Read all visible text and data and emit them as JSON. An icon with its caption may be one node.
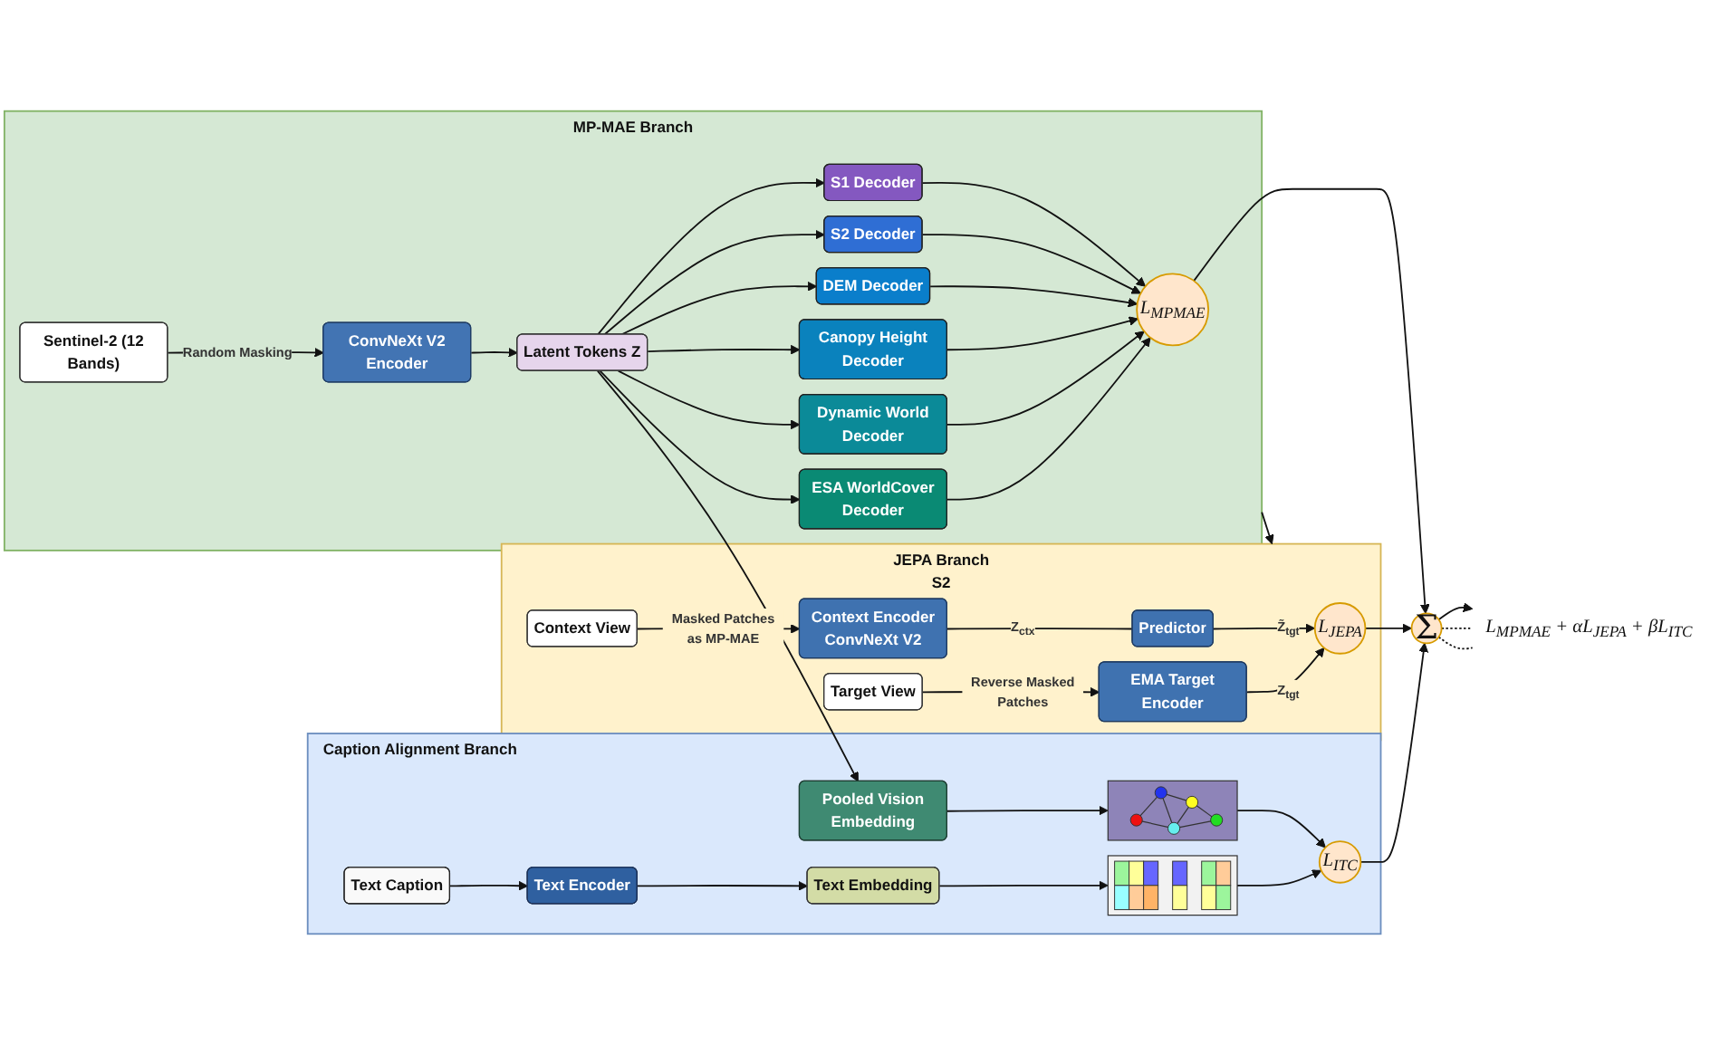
{
  "diagram": {
    "nodes": [
      {
        "text": [
          "MP-MAE Branch"
        ]
      },
      {
        "text": [
          "Sentinel-2 (12 Bands)"
        ],
        "in": 0
      },
      {
        "text": [
          "ConvNeXt V2 Encoder"
        ],
        "in": 0
      },
      {
        "text": [
          "Latent Tokens Z"
        ],
        "in": 0
      },
      {
        "text": [
          "S1 Decoder"
        ],
        "in": 0
      },
      {
        "text": [
          "S2 Decoder"
        ],
        "in": 0
      },
      {
        "text": [
          "DEM Decoder"
        ],
        "in": 0
      },
      {
        "text": [
          "Canopy Height Decoder"
        ],
        "in": 0
      },
      {
        "text": [
          "Dynamic World Decoder"
        ],
        "in": 0
      },
      {
        "text": [
          "ESA WorldCover Decoder"
        ],
        "in": 0
      },
      {
        "text": [
          "L$_{MPMAE}$"
        ],
        "in": 0
      },
      {
        "text": [
          "JEPA Branch",
          "S2"
        ]
      },
      {
        "text": [
          "Context View"
        ],
        "in": 11
      },
      {
        "text": [
          "Target View"
        ],
        "in": 11
      },
      {
        "text": [
          "Context Encoder ConvNeXt V2"
        ],
        "in": 11
      },
      {
        "text": [
          "EMA Target Encoder"
        ],
        "in": 11
      },
      {
        "text": [
          "Predictor"
        ],
        "in": 11
      },
      {
        "text": [
          "L$_{JEPA}$"
        ],
        "in": 11
      },
      {
        "text": [
          "Caption Alignment Branch"
        ]
      },
      {
        "text": [
          "Text Caption"
        ],
        "in": 18
      },
      {
        "text": [
          "Text Encoder"
        ],
        "in": 18
      },
      {
        "text": [
          "Text Embedding"
        ],
        "in": 18
      },
      {
        "text": [],
        "shape": "picture",
        "in": 18
      },
      {
        "text": [
          "Pooled Vision Embedding"
        ],
        "in": 18
      },
      {
        "text": [],
        "shape": "picture",
        "in": 18
      },
      {
        "text": [
          "L$_{ITC}$"
        ],
        "in": 18
      },
      {
        "text": [
          "Σ"
        ]
      },
      {
        "text": [
          "L$_{MPMAE}$ + αL$_{JEPA}$ + βL$_{ITC}$"
        ]
      }
    ],
    "edges": [
      {
        "from": 1,
        "to": 2,
        "arrow": "to",
        "label": "Random Masking"
      },
      {
        "from": 2,
        "to": 3,
        "arrow": "to"
      },
      {
        "from": 3,
        "to": 4,
        "arrow": "to"
      },
      {
        "from": 3,
        "to": 5,
        "arrow": "to"
      },
      {
        "from": 3,
        "to": 6,
        "arrow": "to"
      },
      {
        "from": 3,
        "to": 7,
        "arrow": "to"
      },
      {
        "from": 3,
        "to": 8,
        "arrow": "to"
      },
      {
        "from": 3,
        "to": 9,
        "arrow": "to"
      },
      {
        "from": 4,
        "to": 10,
        "arrow": "to"
      },
      {
        "from": 5,
        "to": 10,
        "arrow": "to"
      },
      {
        "from": 6,
        "to": 10,
        "arrow": "to"
      },
      {
        "from": 7,
        "to": 10,
        "arrow": "to"
      },
      {
        "from": 8,
        "to": 10,
        "arrow": "to"
      },
      {
        "from": 9,
        "to": 10,
        "arrow": "to"
      },
      {
        "from": 0,
        "to": 11,
        "arrow": "to"
      },
      {
        "from": 12,
        "to": 14,
        "arrow": "to",
        "label": "Masked Patches as MP-MAE"
      },
      {
        "from": 13,
        "to": 15,
        "arrow": "to",
        "label": "Reverse Masked Patches"
      },
      {
        "from": 14,
        "to": 16,
        "arrow": "none",
        "label": "Z$_{ctx}$"
      },
      {
        "from": 16,
        "to": 17,
        "arrow": "to",
        "label": "Z̃$_{tgt}$"
      },
      {
        "from": 15,
        "to": 17,
        "arrow": "to",
        "label": "Z$_{tgt}$"
      },
      {
        "from": 10,
        "to": 26,
        "arrow": "to"
      },
      {
        "from": 17,
        "to": 26,
        "arrow": "to"
      },
      {
        "from": 3,
        "to": 23,
        "arrow": "to"
      },
      {
        "from": 19,
        "to": 20,
        "arrow": "to"
      },
      {
        "from": 20,
        "to": 21,
        "arrow": "to"
      },
      {
        "from": 21,
        "to": 24,
        "arrow": "to"
      },
      {
        "from": 23,
        "to": 22,
        "arrow": "to"
      },
      {
        "from": 24,
        "to": 25,
        "arrow": "to"
      },
      {
        "from": 22,
        "to": 25,
        "arrow": "to"
      },
      {
        "from": 25,
        "to": 26,
        "arrow": "to"
      },
      {
        "from": 26,
        "to": 27,
        "arrow": "to"
      },
      {
        "from": 26,
        "to": 27,
        "arrow": "none",
        "style": "dashed"
      },
      {
        "from": 26,
        "to": 27,
        "arrow": "none",
        "style": "dashed"
      }
    ]
  }
}
